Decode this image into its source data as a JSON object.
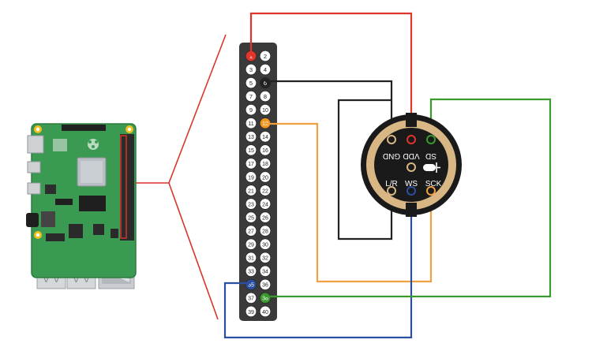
{
  "header": {
    "pins": [
      "1",
      "2",
      "3",
      "4",
      "5",
      "6",
      "7",
      "8",
      "9",
      "10",
      "11",
      "12",
      "13",
      "14",
      "15",
      "16",
      "17",
      "18",
      "19",
      "20",
      "21",
      "22",
      "23",
      "24",
      "25",
      "26",
      "27",
      "28",
      "29",
      "30",
      "31",
      "32",
      "33",
      "34",
      "35",
      "36",
      "37",
      "38",
      "39",
      "40"
    ],
    "highlight": {
      "1": "#e0352b",
      "6": "#222222",
      "12": "#f0961e",
      "35": "#2b4fa0",
      "38": "#3a9a2e"
    }
  },
  "mic": {
    "labels": {
      "gnd": "GND",
      "vdd": "VDD",
      "sd": "SD",
      "lr": "L/R",
      "ws": "WS",
      "sck": "SCK"
    }
  },
  "wire_colors": {
    "vdd": "#e0352b",
    "gnd": "#222222",
    "sck": "#f0a040",
    "ws": "#2b4fa0",
    "sd": "#3a9a2e",
    "zoom": "#d9362a"
  }
}
